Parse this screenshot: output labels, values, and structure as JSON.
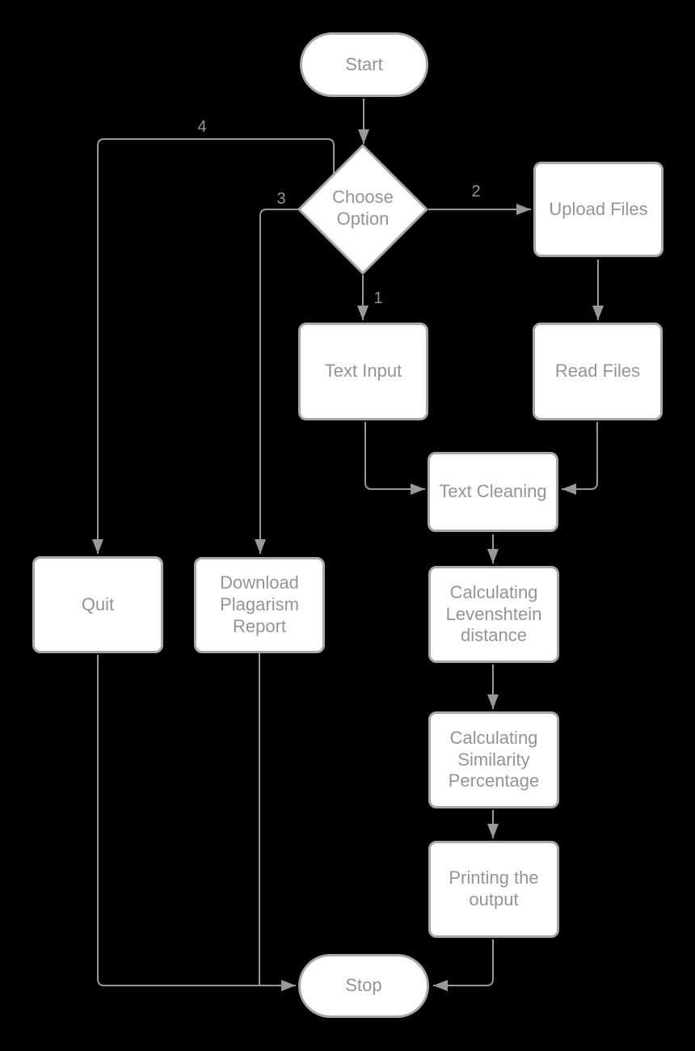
{
  "colors": {
    "background": "#000000",
    "node_fill": "#ffffff",
    "node_border": "#a8a8a8",
    "connector": "#999999",
    "text": "#949494"
  },
  "nodes": {
    "start": {
      "label": "Start",
      "shape": "terminator"
    },
    "choose_option": {
      "label": "Choose Option",
      "shape": "decision"
    },
    "upload_files": {
      "label": "Upload Files",
      "shape": "process"
    },
    "text_input": {
      "label": "Text Input",
      "shape": "process"
    },
    "read_files": {
      "label": "Read Files",
      "shape": "process"
    },
    "text_cleaning": {
      "label": "Text Cleaning",
      "shape": "process"
    },
    "levenshtein": {
      "label": "Calculating Levenshtein distance",
      "shape": "process"
    },
    "similarity": {
      "label": "Calculating Similarity Percentage",
      "shape": "process"
    },
    "printing": {
      "label": "Printing the output",
      "shape": "process"
    },
    "quit": {
      "label": "Quit",
      "shape": "process"
    },
    "download_report": {
      "label": "Download Plagarism Report",
      "shape": "process"
    },
    "stop": {
      "label": "Stop",
      "shape": "terminator"
    }
  },
  "edge_labels": {
    "text_input_branch": "1",
    "upload_files_branch": "2",
    "download_report_branch": "3",
    "quit_branch": "4"
  }
}
